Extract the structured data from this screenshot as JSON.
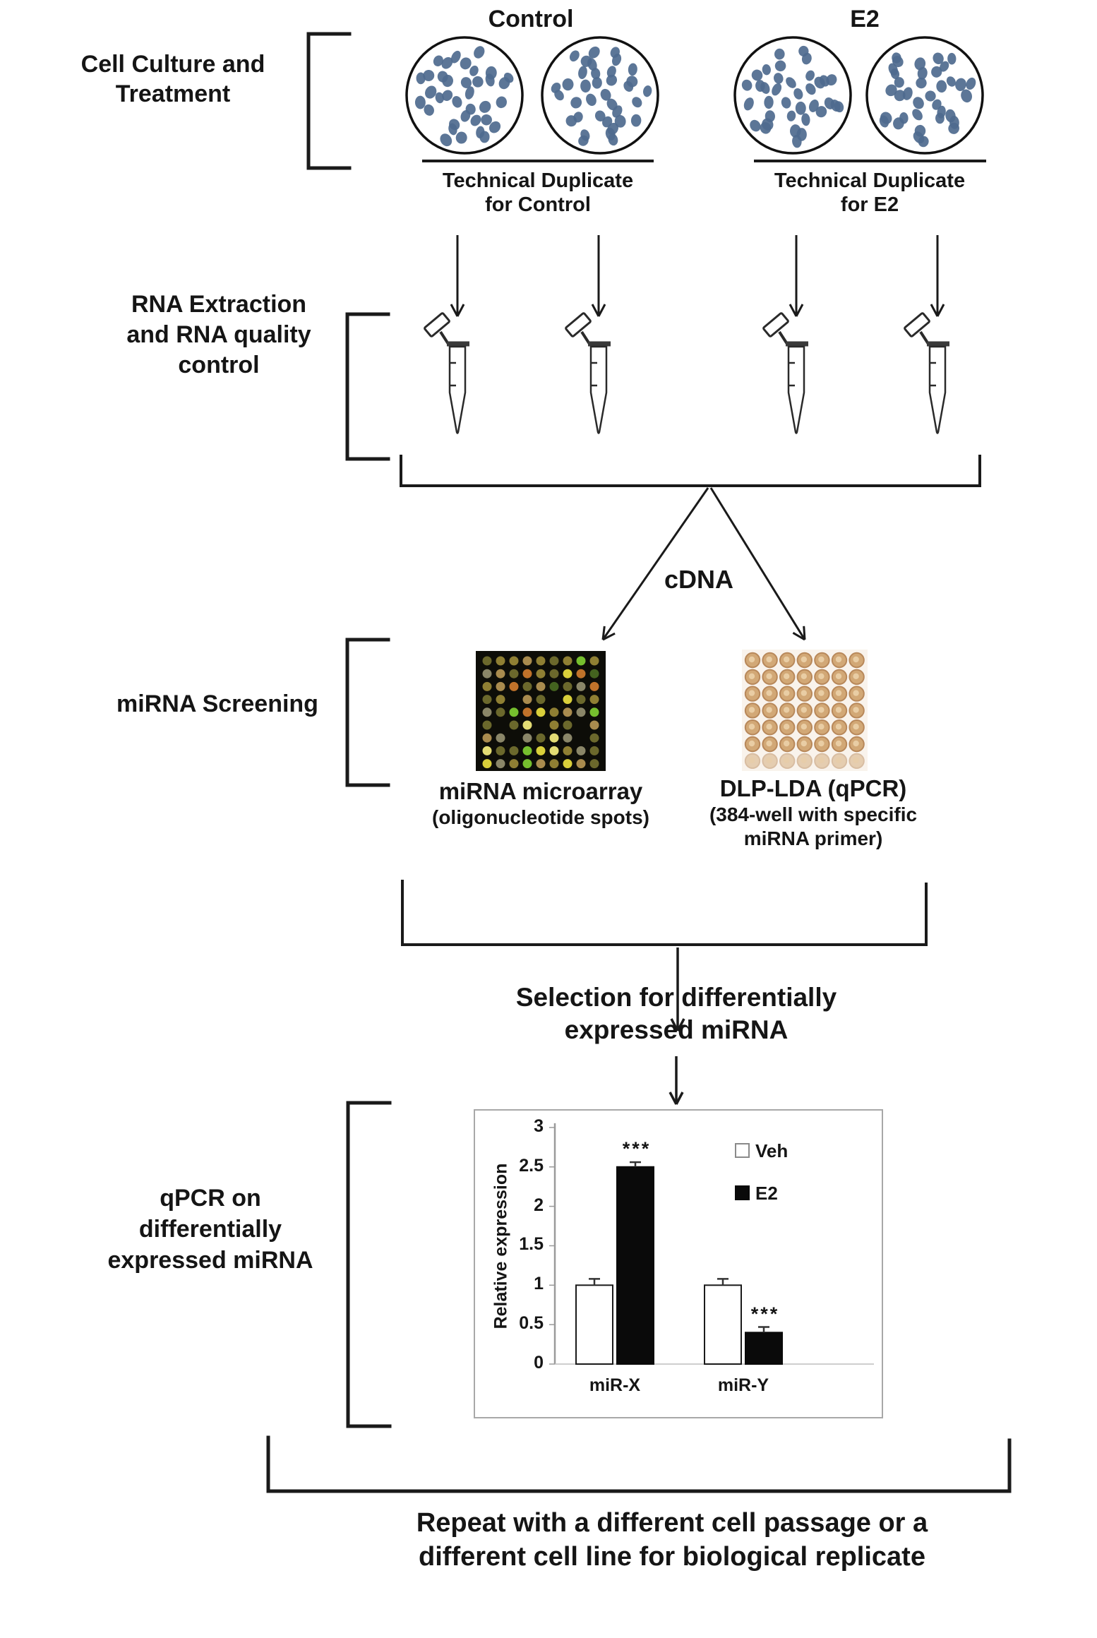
{
  "figure": {
    "background": "#ffffff",
    "line_color": "#1a1a1a"
  },
  "sections": {
    "cell_culture": {
      "label_lines": [
        "Cell Culture and",
        "Treatment"
      ],
      "groups": [
        {
          "title": "Control",
          "caption_lines": [
            "Technical Duplicate",
            "for Control"
          ]
        },
        {
          "title": "E2",
          "caption_lines": [
            "Technical Duplicate",
            "for E2"
          ]
        }
      ],
      "dish_dot_color": "#4e6a8e",
      "dishes_per_group": 2
    },
    "rna_extraction": {
      "label_lines": [
        "RNA Extraction",
        "and RNA quality",
        "control"
      ],
      "tube_count": 4
    },
    "cdna": {
      "label": "cDNA"
    },
    "screening": {
      "label": "miRNA Screening",
      "microarray": {
        "caption": "miRNA microarray",
        "subcaption": "(oligonucleotide spots)",
        "background": "#0d0d08",
        "palette": [
          "#4a4a22",
          "#6b682c",
          "#8f7f33",
          "#a98b4e",
          "#c0722a",
          "#d9cf3a",
          "#76bf2e",
          "#44631f",
          "#e3dc74",
          "#8a8668"
        ],
        "grid": [
          [
            1,
            2,
            2,
            3,
            2,
            1,
            2,
            6,
            2
          ],
          [
            9,
            3,
            1,
            4,
            2,
            1,
            5,
            4,
            7
          ],
          [
            2,
            3,
            4,
            1,
            3,
            7,
            1,
            9,
            4
          ],
          [
            1,
            2,
            -1,
            3,
            1,
            -1,
            5,
            1,
            2
          ],
          [
            9,
            1,
            6,
            4,
            5,
            2,
            3,
            9,
            6
          ],
          [
            1,
            -1,
            1,
            8,
            -1,
            2,
            1,
            -1,
            3
          ],
          [
            3,
            9,
            -1,
            9,
            1,
            8,
            9,
            -1,
            1
          ],
          [
            8,
            1,
            1,
            6,
            5,
            8,
            2,
            9,
            1
          ],
          [
            5,
            9,
            2,
            6,
            3,
            2,
            5,
            3,
            1
          ]
        ]
      },
      "lda": {
        "caption": "DLP-LDA (qPCR)",
        "subcaption_lines": [
          "(384-well with specific",
          "miRNA primer)"
        ],
        "rows": 7,
        "cols": 7,
        "background": "#f9f3ec",
        "well_fill": "#d2a876",
        "well_ring": "#b8885a",
        "well_center": "#e9cda4"
      }
    },
    "selection": {
      "lines": [
        "Selection for differentially",
        "expressed miRNA"
      ]
    },
    "qpcr_validation": {
      "label_lines": [
        "qPCR on",
        "differentially",
        "expressed miRNA"
      ]
    },
    "repeat_note": {
      "lines": [
        "Repeat with a different cell passage or a",
        "different cell line for biological replicate"
      ]
    }
  },
  "chart_data": {
    "type": "bar",
    "categories": [
      "miR-X",
      "miR-Y"
    ],
    "series": [
      {
        "name": "Veh",
        "values": [
          1.0,
          1.0
        ],
        "fill": "#ffffff",
        "stroke": "#1a1a1a"
      },
      {
        "name": "E2",
        "values": [
          2.5,
          0.4
        ],
        "fill": "#0a0a0a",
        "stroke": "#0a0a0a"
      }
    ],
    "error_bars": {
      "Veh": [
        0.08,
        0.08
      ],
      "E2": [
        0.06,
        0.07
      ]
    },
    "annotations": [
      {
        "text": "***",
        "category": "miR-X",
        "series": "E2"
      },
      {
        "text": "***",
        "category": "miR-Y",
        "series": "E2"
      }
    ],
    "ylabel": "Relative expression",
    "yticks": [
      0,
      0.5,
      1,
      1.5,
      2,
      2.5,
      3
    ],
    "ylim": [
      0,
      3
    ],
    "legend_position": "top-right",
    "grid": false,
    "panel_border": "#a8a8a8"
  }
}
